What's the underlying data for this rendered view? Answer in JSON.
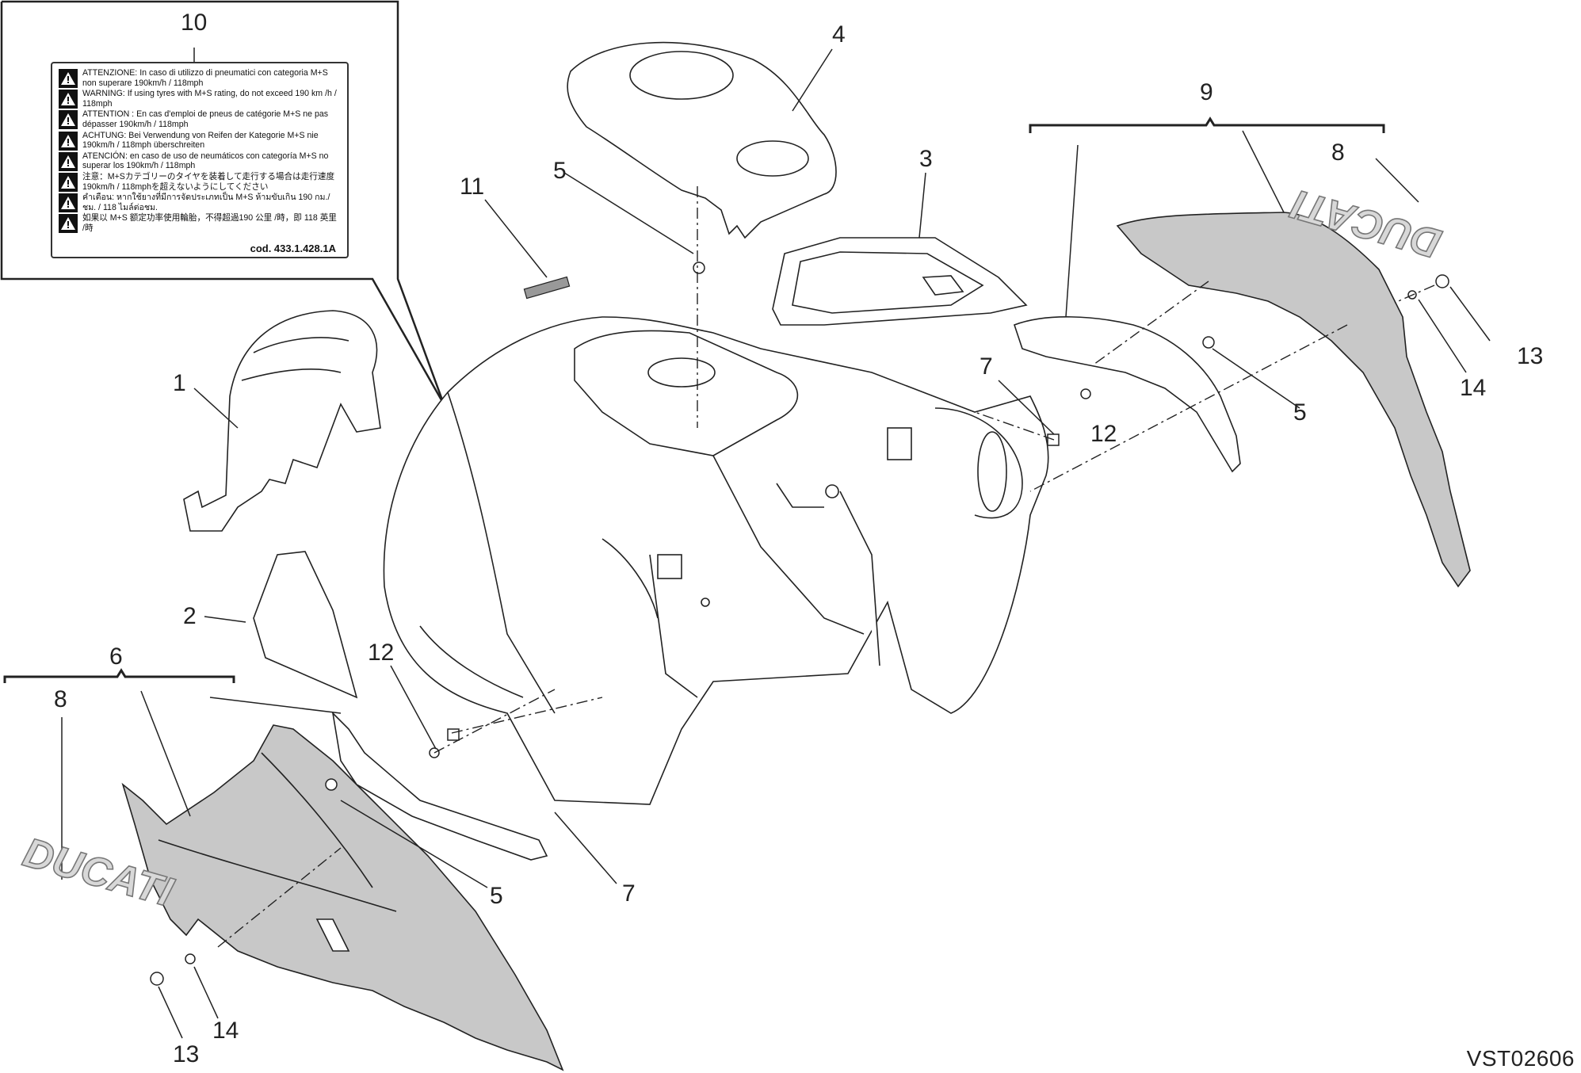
{
  "diagram": {
    "reference_code": "VST02606",
    "callouts": {
      "c1": "1",
      "c2": "2",
      "c3": "3",
      "c4": "4",
      "c5a": "5",
      "c5b": "5",
      "c5c": "5",
      "c6": "6",
      "c7a": "7",
      "c7b": "7",
      "c8a": "8",
      "c8b": "8",
      "c9": "9",
      "c10": "10",
      "c11": "11",
      "c12a": "12",
      "c12b": "12",
      "c13a": "13",
      "c13b": "13",
      "c14a": "14",
      "c14b": "14"
    },
    "brand_marks": [
      "DUCATI",
      "DUCATI"
    ],
    "warning_label": {
      "lines": [
        "ATTENZIONE: In caso di utilizzo di pneumatici con categoria M+S non superare 190km/h / 118mph",
        "WARNING: If using tyres with M+S rating, do not exceed 190 km /h / 118mph",
        "ATTENTION : En cas d'emploi de pneus de catégorie M+S ne pas dépasser 190km/h / 118mph",
        "ACHTUNG: Bei Verwendung von Reifen der Kategorie M+S nie 190km/h / 118mph überschreiten",
        "ATENCIÓN: en caso de uso de neumáticos con categoría M+S no superar los 190km/h / 118mph",
        "注意：M+Sカテゴリーのタイヤを装着して走行する場合は走行速度190km/h / 118mphを超えないようにしてください",
        "คำเตือน: หากใช้ยางที่มีการจัดประเภทเป็น M+S ห้ามขับเกิน 190 กม./ชม. / 118 ไมล์ต่อชม.",
        "如果以 M+S 额定功率使用輪胎，不得超過190 公里 /時，即 118 英里 /時"
      ],
      "code": "cod. 433.1.428.1A"
    }
  }
}
